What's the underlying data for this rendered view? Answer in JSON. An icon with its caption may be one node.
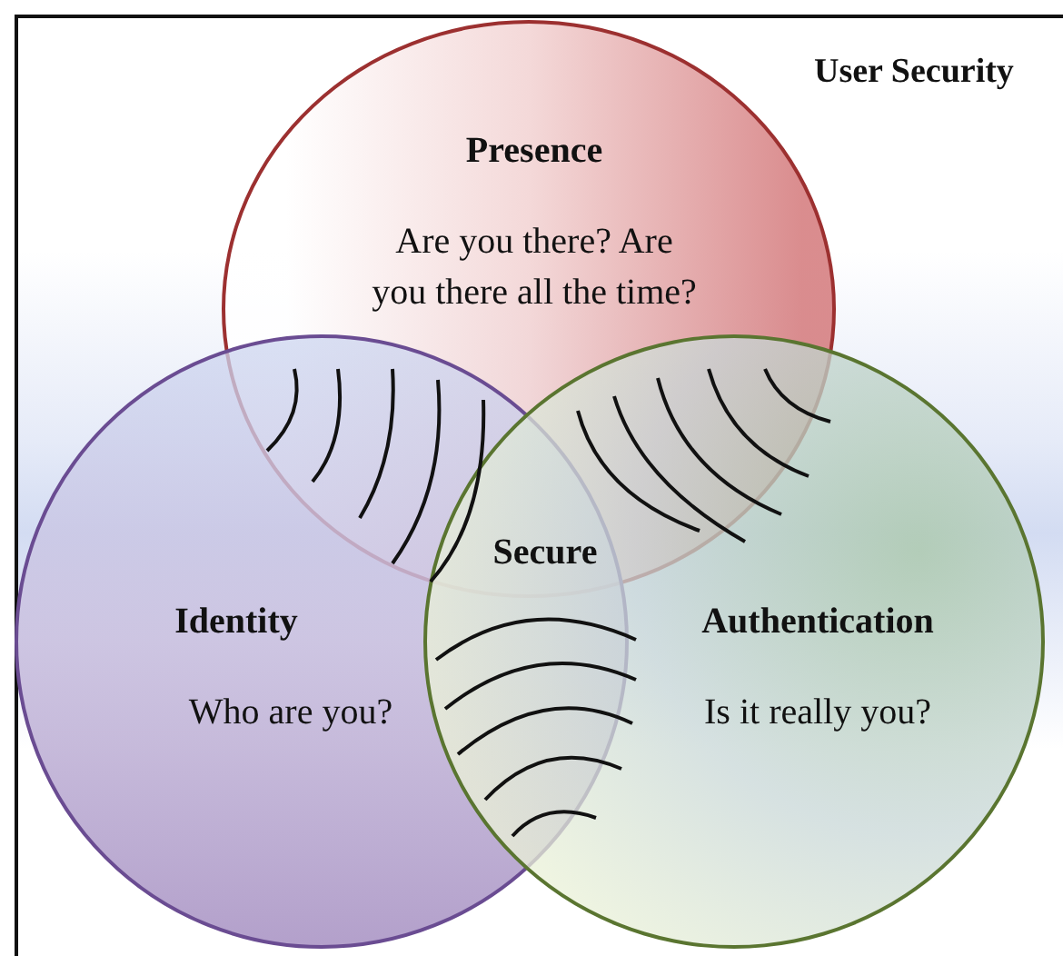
{
  "diagram": {
    "nodes": [
      {
        "text": [
          "User Security"
        ]
      },
      {
        "text": [
          "Presence",
          "Are you there? Are you there all the time?"
        ],
        "in": 0
      },
      {
        "text": [
          "Identity",
          "Who are you?"
        ],
        "in": 0
      },
      {
        "text": [
          "Authentication",
          "Is it really you?"
        ],
        "in": 0
      }
    ],
    "labels": [
      "Secure"
    ]
  }
}
